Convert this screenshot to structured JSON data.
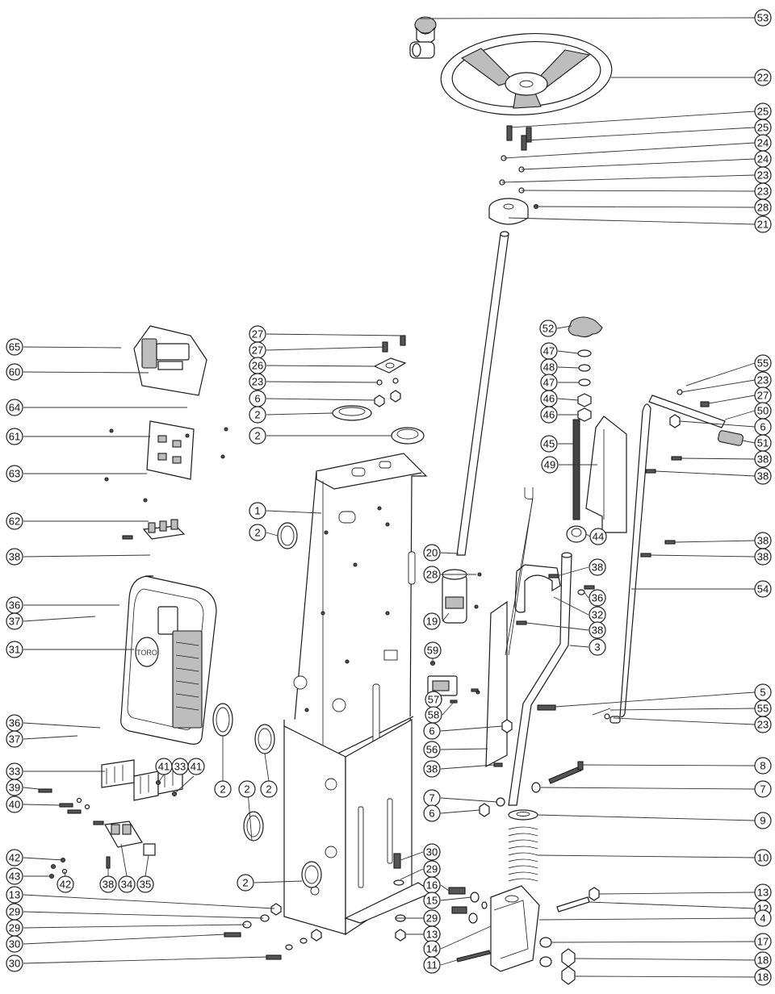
{
  "callouts": [
    {
      "label": "53"
    },
    {
      "label": "22"
    },
    {
      "label": "25"
    },
    {
      "label": "25"
    },
    {
      "label": "24"
    },
    {
      "label": "24"
    },
    {
      "label": "23"
    },
    {
      "label": "23"
    },
    {
      "label": "28"
    },
    {
      "label": "21"
    },
    {
      "label": "65"
    },
    {
      "label": "60"
    },
    {
      "label": "64"
    },
    {
      "label": "61"
    },
    {
      "label": "63"
    },
    {
      "label": "62"
    },
    {
      "label": "38"
    },
    {
      "label": "36"
    },
    {
      "label": "37"
    },
    {
      "label": "31"
    },
    {
      "label": "36"
    },
    {
      "label": "37"
    },
    {
      "label": "33"
    },
    {
      "label": "41"
    },
    {
      "label": "33"
    },
    {
      "label": "41"
    },
    {
      "label": "39"
    },
    {
      "label": "40"
    },
    {
      "label": "42"
    },
    {
      "label": "43"
    },
    {
      "label": "42"
    },
    {
      "label": "38"
    },
    {
      "label": "34"
    },
    {
      "label": "35"
    },
    {
      "label": "13"
    },
    {
      "label": "29"
    },
    {
      "label": "29"
    },
    {
      "label": "30"
    },
    {
      "label": "30"
    },
    {
      "label": "27"
    },
    {
      "label": "27"
    },
    {
      "label": "26"
    },
    {
      "label": "23"
    },
    {
      "label": "6"
    },
    {
      "label": "2"
    },
    {
      "label": "2"
    },
    {
      "label": "1"
    },
    {
      "label": "2"
    },
    {
      "label": "2"
    },
    {
      "label": "2"
    },
    {
      "label": "2"
    },
    {
      "label": "2"
    },
    {
      "label": "20"
    },
    {
      "label": "28"
    },
    {
      "label": "19"
    },
    {
      "label": "59"
    },
    {
      "label": "57"
    },
    {
      "label": "58"
    },
    {
      "label": "6"
    },
    {
      "label": "56"
    },
    {
      "label": "38"
    },
    {
      "label": "7"
    },
    {
      "label": "6"
    },
    {
      "label": "30"
    },
    {
      "label": "29"
    },
    {
      "label": "16"
    },
    {
      "label": "15"
    },
    {
      "label": "29"
    },
    {
      "label": "13"
    },
    {
      "label": "14"
    },
    {
      "label": "11"
    },
    {
      "label": "52"
    },
    {
      "label": "47"
    },
    {
      "label": "48"
    },
    {
      "label": "47"
    },
    {
      "label": "46"
    },
    {
      "label": "46"
    },
    {
      "label": "45"
    },
    {
      "label": "49"
    },
    {
      "label": "44"
    },
    {
      "label": "38"
    },
    {
      "label": "36"
    },
    {
      "label": "32"
    },
    {
      "label": "38"
    },
    {
      "label": "3"
    },
    {
      "label": "55"
    },
    {
      "label": "23"
    },
    {
      "label": "27"
    },
    {
      "label": "50"
    },
    {
      "label": "6"
    },
    {
      "label": "51"
    },
    {
      "label": "38"
    },
    {
      "label": "38"
    },
    {
      "label": "38"
    },
    {
      "label": "38"
    },
    {
      "label": "54"
    },
    {
      "label": "5"
    },
    {
      "label": "55"
    },
    {
      "label": "23"
    },
    {
      "label": "8"
    },
    {
      "label": "7"
    },
    {
      "label": "9"
    },
    {
      "label": "10"
    },
    {
      "label": "13"
    },
    {
      "label": "12"
    },
    {
      "label": "4"
    },
    {
      "label": "17"
    },
    {
      "label": "18"
    },
    {
      "label": "18"
    }
  ],
  "emblem_text": "TORO"
}
